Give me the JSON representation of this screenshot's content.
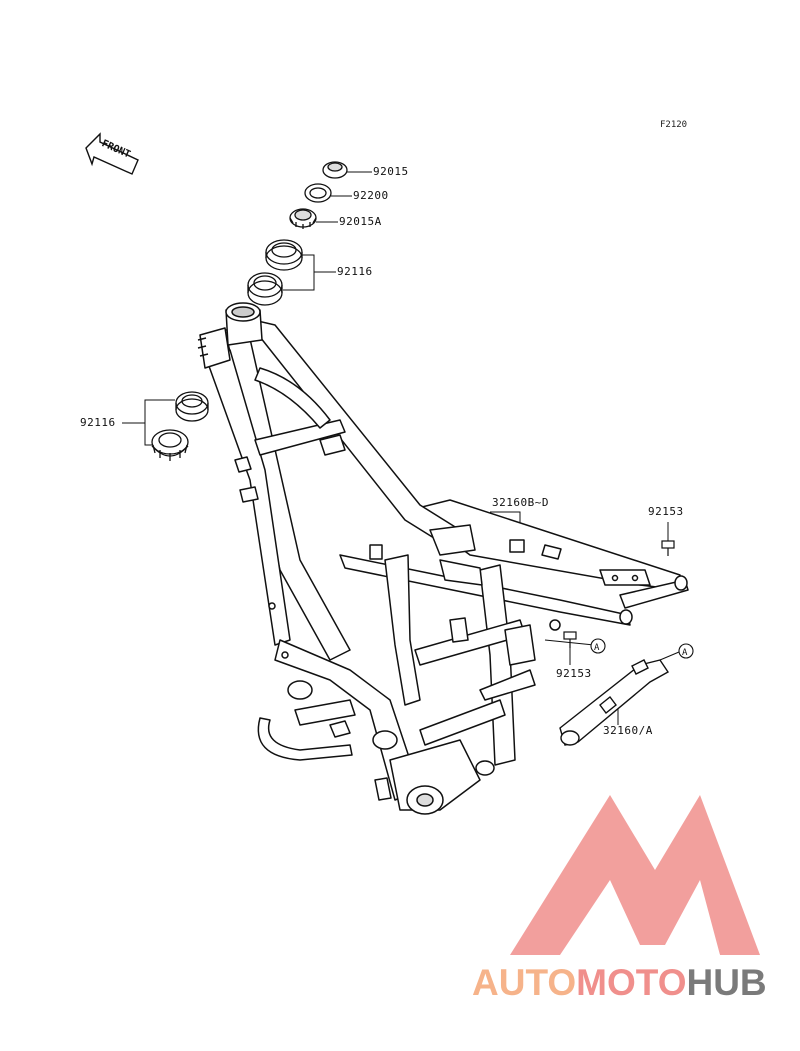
{
  "figure_code": "F2120",
  "front_label": "FRONT",
  "callout_a": "A",
  "parts": {
    "p92015": "92015",
    "p92200": "92200",
    "p92015a": "92015A",
    "p92116_top": "92116",
    "p92116_left": "92116",
    "p32160bd": "32160B~D",
    "p92153_right": "92153",
    "p92153_mid": "92153",
    "p32160a": "32160/A"
  },
  "watermark": {
    "part1": "AUTO",
    "part2": "MOTO",
    "part3": "HUB",
    "color1": "#f6b38a",
    "color2": "#f08f8c",
    "color3": "#7a7a7a",
    "logo_color": "#f08f8c"
  }
}
